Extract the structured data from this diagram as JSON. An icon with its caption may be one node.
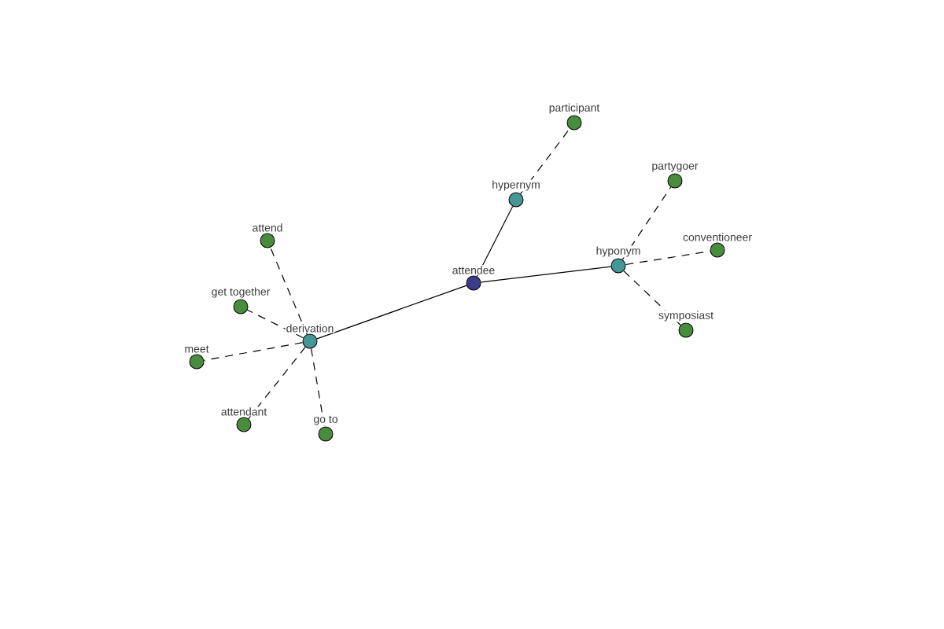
{
  "diagram": {
    "nodes": [
      {
        "text": [
          "attendee"
        ]
      },
      {
        "text": [
          "hypernym"
        ]
      },
      {
        "text": [
          "participant"
        ]
      },
      {
        "text": [
          "hyponym"
        ]
      },
      {
        "text": [
          "partygoer"
        ]
      },
      {
        "text": [
          "conventioneer"
        ]
      },
      {
        "text": [
          "symposiast"
        ]
      },
      {
        "text": [
          "derivation"
        ]
      },
      {
        "text": [
          "attend"
        ]
      },
      {
        "text": [
          "get together"
        ]
      },
      {
        "text": [
          "meet"
        ]
      },
      {
        "text": [
          "attendant"
        ]
      },
      {
        "text": [
          "go to"
        ]
      }
    ],
    "edges": [
      {
        "from": 0,
        "to": 1,
        "arrow": "none"
      },
      {
        "from": 0,
        "to": 3,
        "arrow": "none"
      },
      {
        "from": 0,
        "to": 7,
        "arrow": "none"
      },
      {
        "from": 1,
        "to": 2,
        "arrow": "none",
        "style": "dashed"
      },
      {
        "from": 3,
        "to": 4,
        "arrow": "none",
        "style": "dashed"
      },
      {
        "from": 3,
        "to": 5,
        "arrow": "none",
        "style": "dashed"
      },
      {
        "from": 3,
        "to": 6,
        "arrow": "none",
        "style": "dashed"
      },
      {
        "from": 7,
        "to": 8,
        "arrow": "none",
        "style": "dashed"
      },
      {
        "from": 7,
        "to": 9,
        "arrow": "none",
        "style": "dashed"
      },
      {
        "from": 7,
        "to": 10,
        "arrow": "none",
        "style": "dashed"
      },
      {
        "from": 7,
        "to": 11,
        "arrow": "none",
        "style": "dashed"
      },
      {
        "from": 7,
        "to": 12,
        "arrow": "none",
        "style": "dashed"
      }
    ]
  }
}
